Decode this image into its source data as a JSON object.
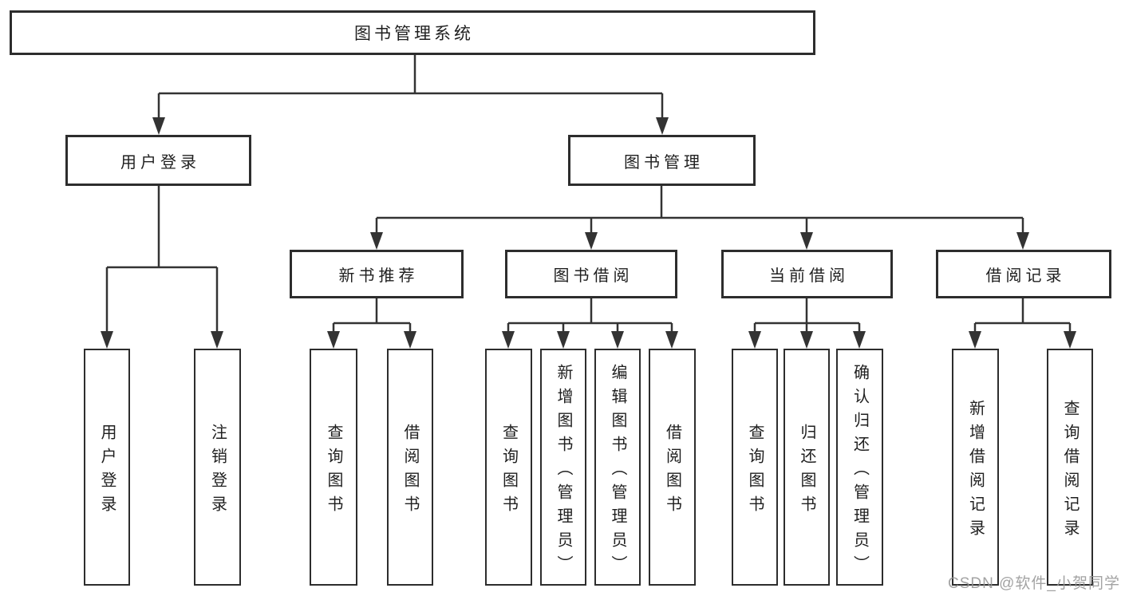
{
  "diagram_title": "图书管理系统",
  "nodes": {
    "root": {
      "label": "图书管理系统"
    },
    "user_login": {
      "label": "用户登录"
    },
    "book_mgmt": {
      "label": "图书管理"
    },
    "new_book_rec": {
      "label": "新书推荐"
    },
    "book_borrow": {
      "label": "图书借阅"
    },
    "current_borrow": {
      "label": "当前借阅"
    },
    "borrow_record": {
      "label": "借阅记录"
    },
    "leaf_user_login": {
      "label": "用户登录"
    },
    "leaf_logout": {
      "label": "注销登录"
    },
    "leaf_query_book_1": {
      "label": "查询图书"
    },
    "leaf_borrow_book_1": {
      "label": "借阅图书"
    },
    "leaf_query_book_2": {
      "label": "查询图书"
    },
    "leaf_add_book": {
      "label": "新增图书（管理员）"
    },
    "leaf_edit_book": {
      "label": "编辑图书（管理员）"
    },
    "leaf_borrow_book_2": {
      "label": "借阅图书"
    },
    "leaf_query_book_3": {
      "label": "查询图书"
    },
    "leaf_return_book": {
      "label": "归还图书"
    },
    "leaf_confirm_return": {
      "label": "确认归还（管理员）"
    },
    "leaf_add_record": {
      "label": "新增借阅记录"
    },
    "leaf_query_record": {
      "label": "查询借阅记录"
    }
  },
  "hierarchy": {
    "root": "图书管理系统",
    "children": [
      {
        "label": "用户登录",
        "children": [
          "用户登录",
          "注销登录"
        ]
      },
      {
        "label": "图书管理",
        "children": [
          {
            "label": "新书推荐",
            "children": [
              "查询图书",
              "借阅图书"
            ]
          },
          {
            "label": "图书借阅",
            "children": [
              "查询图书",
              "新增图书（管理员）",
              "编辑图书（管理员）",
              "借阅图书"
            ]
          },
          {
            "label": "当前借阅",
            "children": [
              "查询图书",
              "归还图书",
              "确认归还（管理员）"
            ]
          },
          {
            "label": "借阅记录",
            "children": [
              "新增借阅记录",
              "查询借阅记录"
            ]
          }
        ]
      }
    ]
  },
  "watermark": {
    "text": "CSDN @软件_小贺同学"
  },
  "colors": {
    "line": "#333333",
    "box_border": "#2d2d2d",
    "box_fill": "#ffffff",
    "text": "#1f1f1f",
    "watermark": "#969696",
    "background": "#ffffff"
  }
}
